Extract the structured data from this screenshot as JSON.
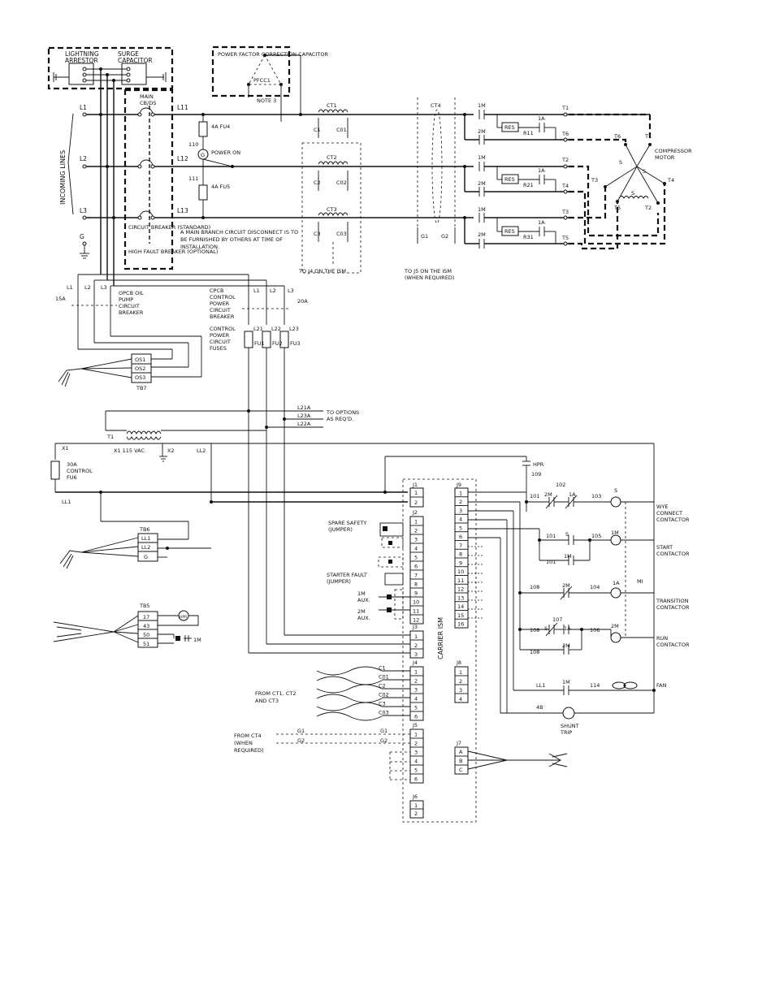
{
  "protective": {
    "lightning_arrestor": "LIGHTNING ARRESTOR",
    "surge_capacitor": "SURGE CAPACITOR",
    "pfcc_title": "POWER FACTOR CORRECTION CAPACITOR",
    "pfcc_id": "PFCC1",
    "note": "NOTE 3"
  },
  "incoming": {
    "lines_label": "INCOMING LINES",
    "line_labels": [
      "L1",
      "L2",
      "L3",
      "G"
    ],
    "main_cb": "MAIN CB/DS",
    "power_lines": [
      "L11",
      "L12",
      "L13"
    ],
    "breaker_standard": "CIRCUIT BREAKER (STANDARD)",
    "breaker_hf": "HIGH FAULT BREAKER (OPTIONAL)",
    "disconnect_note": "A MAIN BRANCH CIRCUIT DISCONNECT IS TO BE FURNISHED BY OTHERS AT TIME OF INSTALLATION."
  },
  "power_on": {
    "fu4": "4A FU4",
    "fu5": "4A FU5",
    "n110": "110",
    "n111": "111",
    "lamp": "G",
    "label": "POWER ON"
  },
  "ct": {
    "ct1": "CT1",
    "ct2": "CT2",
    "ct3": "CT3",
    "ct4": "CT4",
    "leads": [
      "C1",
      "C01",
      "C2",
      "C02",
      "C3",
      "C03"
    ],
    "g1": "G1",
    "g2": "G2",
    "to_j4": "TO J4 ON THE ISM",
    "to_j5": "TO J5 ON THE ISM (WHEN REQUIRED)"
  },
  "contacts": {
    "m1": "1M",
    "m2": "2M",
    "a1": "1A",
    "res": "RES",
    "resistors": [
      "R11",
      "R21",
      "R31"
    ],
    "terminals": [
      "T1",
      "T6",
      "T2",
      "T4",
      "T3",
      "T5"
    ]
  },
  "motor": {
    "label": "COMPRESSOR MOTOR",
    "s": "S",
    "windings": [
      "T6",
      "T1",
      "T3",
      "T4",
      "T5",
      "T2"
    ]
  },
  "opcb": {
    "rating": "15A",
    "lines": [
      "L1",
      "L2",
      "L3"
    ],
    "label": "OPCB OIL PUMP CIRCUIT BREAKER",
    "terminals": [
      "OS1",
      "OS2",
      "OS3"
    ],
    "tb": "TB7"
  },
  "cpcb": {
    "label": "CPCB CONTROL POWER CIRCUIT BREAKER",
    "lines": [
      "L1",
      "L2",
      "L3"
    ],
    "rating": "20A",
    "fuses_label": "CONTROL POWER CIRCUIT FUSES",
    "fuses": [
      "FU1",
      "FU2",
      "FU3"
    ],
    "fuse_lines": [
      "L21",
      "L22",
      "L23"
    ]
  },
  "options": {
    "lines": [
      "L21A",
      "L23A",
      "L22A"
    ],
    "label": "TO OPTIONS AS REQ'D."
  },
  "transformer": {
    "t1": "T1",
    "x1": "X1",
    "vac": "X1  115  VAC",
    "x2": "X2",
    "ll2": "LL2",
    "fuse": "30A CONTROL FU6",
    "ll1": "LL1"
  },
  "tb6": {
    "label": "TB6",
    "terms": [
      "LL1",
      "LL2",
      "G"
    ]
  },
  "tb5": {
    "label": "TB5",
    "terms": [
      "17",
      "43",
      "50",
      "51"
    ],
    "hpr": "HPR",
    "m1": "1M"
  },
  "ism": {
    "label": "CARRIER ISM",
    "j1": "J1",
    "j2": "J2",
    "j3": "J3",
    "j4": "J4",
    "j5": "J5",
    "j6": "J6",
    "j7": "J7",
    "j8": "J8",
    "j9": "J9",
    "j1_pins": [
      "1",
      "2"
    ],
    "j2_pins": [
      "1",
      "2",
      "3",
      "4",
      "5",
      "6",
      "7",
      "8",
      "9",
      "10",
      "11",
      "12"
    ],
    "j3_pins": [
      "1",
      "2",
      "3"
    ],
    "j4_pins": [
      "1",
      "2",
      "3",
      "4",
      "5",
      "6"
    ],
    "j5_pins": [
      "1",
      "2",
      "3",
      "4",
      "5",
      "6"
    ],
    "j6_pins": [
      "1",
      "2"
    ],
    "j7_pins": [
      "A",
      "B",
      "C"
    ],
    "j8_pins": [
      "1",
      "2",
      "3",
      "4"
    ],
    "j9_pins": [
      "1",
      "2",
      "3",
      "4",
      "5",
      "6",
      "7",
      "8",
      "9",
      "10",
      "11",
      "12",
      "13",
      "14",
      "15",
      "16"
    ],
    "spare_safety": "SPARE SAFETY (JUMPER)",
    "starter_fault": "STARTER FAULT (JUMPER)",
    "aux1": "1M AUX.",
    "aux2": "2M AUX.",
    "from_ct": "FROM CT1, CT2 AND CT3",
    "from_ct4": "FROM CT4 (WHEN REQUIRED)",
    "j4_leads": [
      "C1",
      "C01",
      "C2",
      "C02",
      "C3",
      "C03"
    ],
    "j5_leads": [
      "G1",
      "G2"
    ],
    "ct4_leads": [
      "G1",
      "G2"
    ]
  },
  "ladder": {
    "hpr": "HPR",
    "n109": "109",
    "wires": [
      "101",
      "102",
      "103",
      "101",
      "105",
      "101",
      "108",
      "104",
      "107",
      "108",
      "106",
      "108",
      "114"
    ],
    "s": "S",
    "m1": "1M",
    "m2": "2M",
    "a1": "1A",
    "mi": "MI",
    "ll1": "LL1",
    "w4b": "4B",
    "shunt": "SHUNT TRIP",
    "fan": "FAN",
    "wye": "WYE CONNECT CONTACTOR",
    "start": "START CONTACTOR",
    "transition": "TRANSITION CONTACTOR",
    "run": "RUN CONTACTOR"
  }
}
